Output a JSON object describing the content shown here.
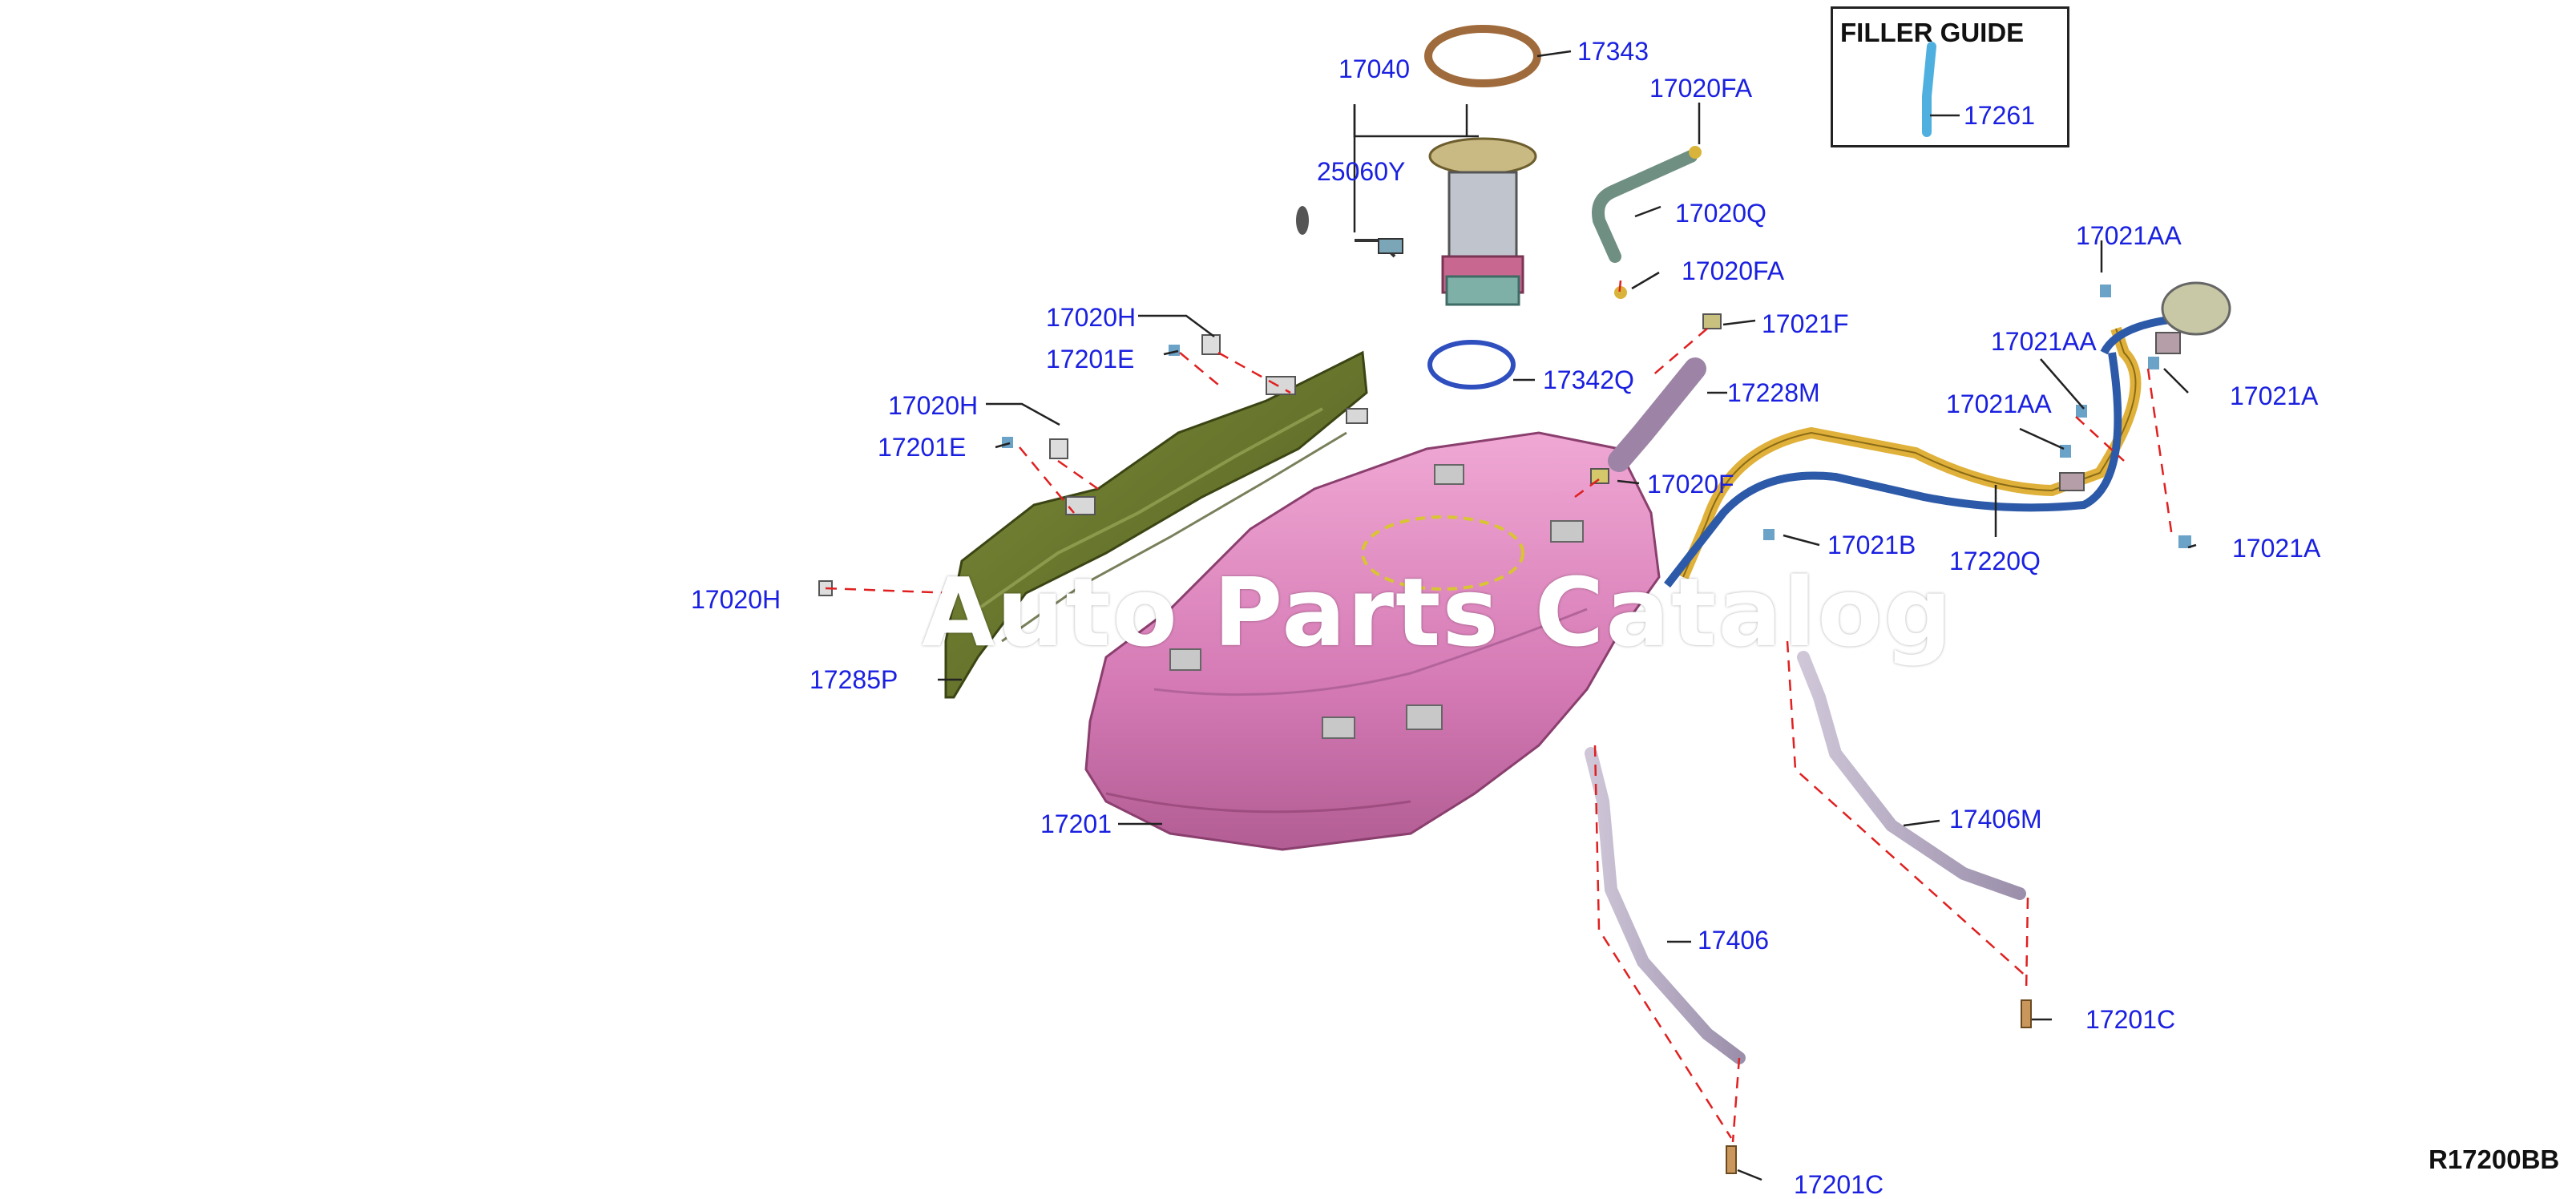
{
  "filler_guide": {
    "title": "FILLER GUIDE",
    "part": "17261"
  },
  "diagram_code": "R17200BB",
  "watermark": "Auto Parts Catalog",
  "parts": {
    "p17343": "17343",
    "p17040": "17040",
    "p25060Y": "25060Y",
    "p17020FA_top": "17020FA",
    "p17020Q": "17020Q",
    "p17020FA_bottom": "17020FA",
    "p17021F": "17021F",
    "p17228M": "17228M",
    "p17342Q": "17342Q",
    "p17020F": "17020F",
    "p17020H_1": "17020H",
    "p17201E_1": "17201E",
    "p17020H_2": "17020H",
    "p17201E_2": "17201E",
    "p17020H_3": "17020H",
    "p17285P": "17285P",
    "p17201": "17201",
    "p17021AA_1": "17021AA",
    "p17021AA_2": "17021AA",
    "p17021AA_3": "17021AA",
    "p17021A_1": "17021A",
    "p17021A_2": "17021A",
    "p17021B": "17021B",
    "p17220Q": "17220Q",
    "p17406M": "17406M",
    "p17406": "17406",
    "p17201C_1": "17201C",
    "p17201C_2": "17201C"
  },
  "colors": {
    "label": "#1a20e0",
    "tank": "#d97bb4",
    "shield": "#6b7a2c",
    "hose_yellow": "#e0b13a",
    "hose_blue": "#2d5aa8",
    "strap": "#b9aec4",
    "leader_dash": "#e02020"
  }
}
